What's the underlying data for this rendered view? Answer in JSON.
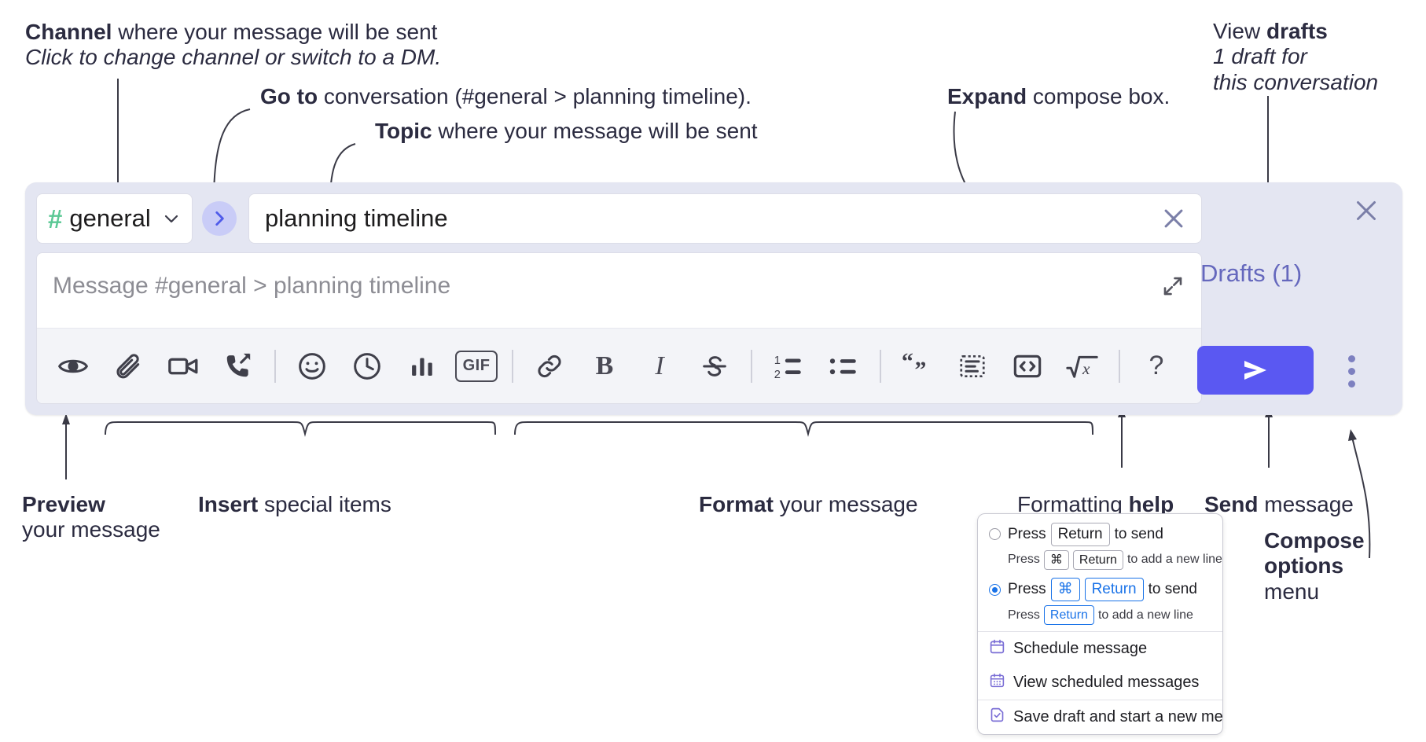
{
  "annotations": {
    "channel": {
      "bold": "Channel",
      "rest": " where your message will be sent",
      "italic": "Click to change channel or switch to a DM."
    },
    "goto": {
      "bold": "Go to",
      "rest": " conversation (#general > planning timeline)."
    },
    "topic": {
      "bold": "Topic",
      "rest": " where your message will be sent"
    },
    "expand": {
      "bold": "Expand",
      "rest": " compose box."
    },
    "drafts": {
      "lead": "View ",
      "bold": "drafts",
      "italic_line1": "1 draft for",
      "italic_line2": "this conversation"
    },
    "preview": {
      "bold": "Preview",
      "rest": "your message"
    },
    "insert": {
      "bold": "Insert",
      "rest": " special items"
    },
    "format": {
      "bold": "Format",
      "rest": " your message"
    },
    "formatting_help": {
      "lead": "Formatting ",
      "bold": "help"
    },
    "send": {
      "bold": "Send",
      "rest": " message"
    },
    "compose_options": {
      "bold_line1": "Compose",
      "bold_line2": "options",
      "rest": "menu"
    }
  },
  "compose": {
    "channel": {
      "hash": "#",
      "name": "general",
      "chevron_icon": "chevron-down-icon"
    },
    "goto_icon": "chevron-right-icon",
    "topic": {
      "value": "planning timeline",
      "clear_icon": "close-icon"
    },
    "message": {
      "placeholder": "Message #general > planning timeline",
      "expand_icon": "expand-diagonal-icon"
    },
    "toolbar": {
      "insert_group": [
        {
          "name": "preview-icon",
          "label": "Preview"
        },
        {
          "name": "attachment-icon",
          "label": "Attach file"
        },
        {
          "name": "video-camera-icon",
          "label": "Record video clip"
        },
        {
          "name": "phone-forward-icon",
          "label": "Record audio clip"
        },
        {
          "name": "emoji-icon",
          "label": "Emoji"
        },
        {
          "name": "clock-icon",
          "label": "Reminder"
        },
        {
          "name": "bar-chart-icon",
          "label": "Poll"
        },
        {
          "name": "gif-icon",
          "label": "GIF"
        }
      ],
      "gif_label": "GIF",
      "format_group": [
        {
          "name": "link-icon",
          "label": "Link"
        },
        {
          "name": "bold-icon",
          "label": "B"
        },
        {
          "name": "italic-icon",
          "label": "I"
        },
        {
          "name": "strikethrough-icon",
          "label": "Strikethrough"
        },
        {
          "name": "ordered-list-icon",
          "label": "Ordered list"
        },
        {
          "name": "bulleted-list-icon",
          "label": "Bulleted list"
        },
        {
          "name": "blockquote-icon",
          "label": "Blockquote"
        },
        {
          "name": "code-block-icon",
          "label": "Code block"
        },
        {
          "name": "code-icon",
          "label": "Code"
        },
        {
          "name": "math-icon",
          "label": "Math"
        }
      ],
      "help_label": "?"
    },
    "rail": {
      "close_icon": "close-icon",
      "drafts_label": "Drafts (1)",
      "send_icon": "send-arrow-icon",
      "menu_icon": "vertical-dots-icon"
    }
  },
  "options_menu": {
    "radio1": {
      "selected": false,
      "pre": "Press",
      "key": "Return",
      "post": "to send",
      "sub_pre": "Press",
      "sub_key1": "⌘",
      "sub_key2": "Return",
      "sub_post": "to add a new line"
    },
    "radio2": {
      "selected": true,
      "pre": "Press",
      "key1": "⌘",
      "key2": "Return",
      "post": "to send",
      "sub_pre": "Press",
      "sub_key": "Return",
      "sub_post": "to add a new line"
    },
    "items": [
      {
        "icon": "calendar-clock-icon",
        "label": "Schedule message"
      },
      {
        "icon": "calendar-grid-icon",
        "label": "View scheduled messages"
      },
      {
        "icon": "document-check-icon",
        "label": "Save draft and start a new message"
      }
    ]
  },
  "colors": {
    "compose_bg": "#e4e6f2",
    "send_purple": "#5a58f2",
    "drafts_purple": "#6568bd",
    "hash_green": "#5bc895",
    "goto_bubble": "#c9ccf7",
    "radio_blue": "#1a73e8",
    "menu_icon_purple": "#7b6fd6"
  }
}
